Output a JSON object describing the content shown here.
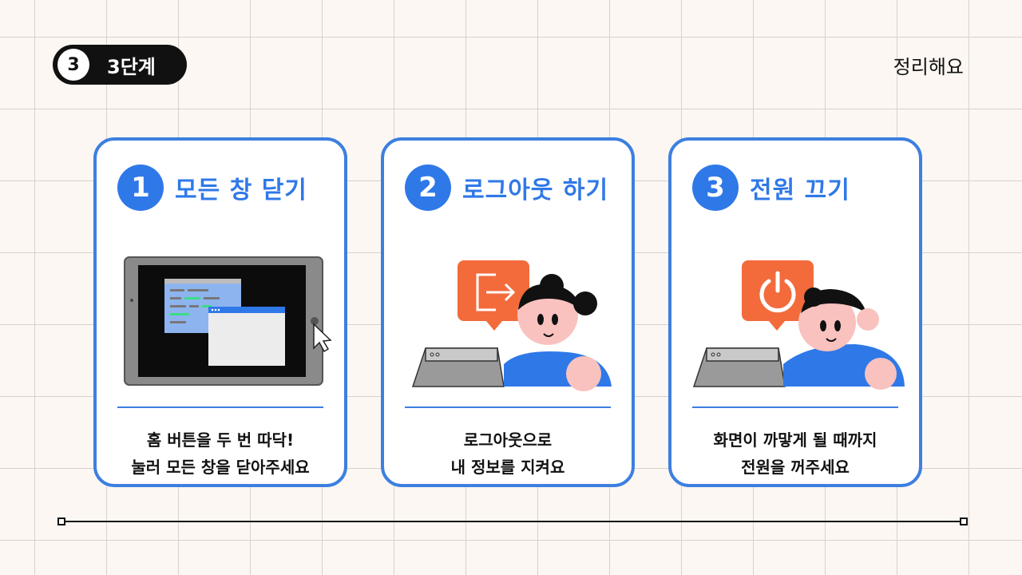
{
  "header": {
    "step_number": "3",
    "step_label": "3단계",
    "summary_label": "정리해요"
  },
  "cards": [
    {
      "number": "1",
      "title": "모든 창 닫기",
      "desc_line1": "홈 버튼을 두 번 따닥!",
      "desc_line2": "눌러 모든 창을 닫아주세요"
    },
    {
      "number": "2",
      "title": "로그아웃 하기",
      "desc_line1": "로그아웃으로",
      "desc_line2": "내 정보를 지켜요"
    },
    {
      "number": "3",
      "title": "전원 끄기",
      "desc_line1": "화면이 까맣게 될 때까지",
      "desc_line2": "전원을 꺼주세요"
    }
  ],
  "colors": {
    "accent_blue": "#2f78e8",
    "card_border": "#3d7fe0",
    "orange": "#f36b3b",
    "background": "#fcf7f2"
  }
}
